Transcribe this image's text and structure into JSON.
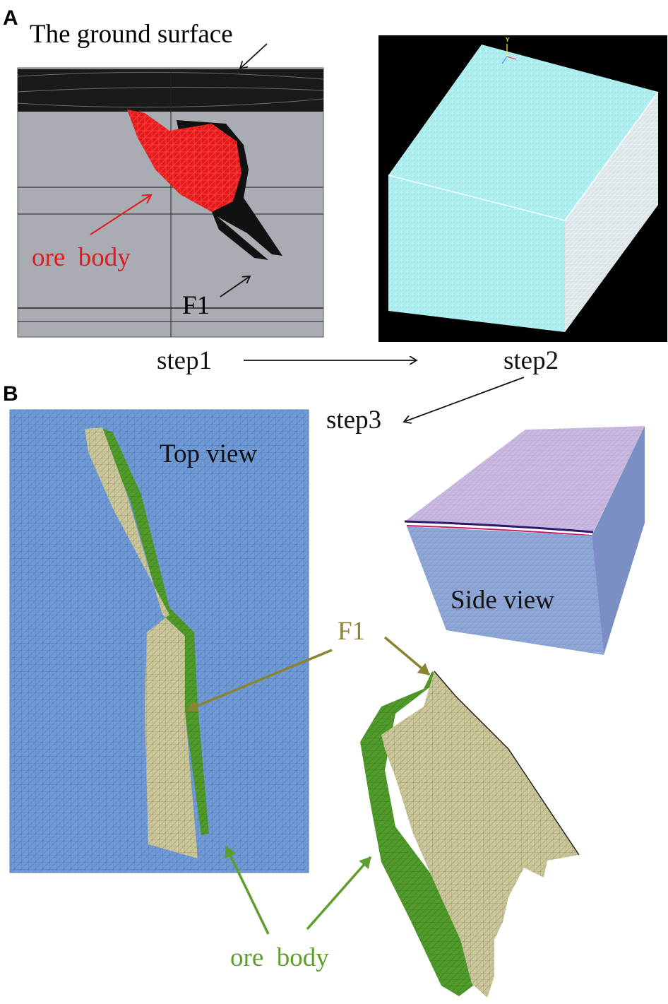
{
  "panel_a": {
    "letter": "A",
    "ground_surface_label": "The ground surface",
    "ore_body_label": "ore  body",
    "fault_label": "F1",
    "step1_label": "step1",
    "step2_label": "step2",
    "axis_letter": "Y"
  },
  "panel_b": {
    "letter": "B",
    "step3_label": "step3",
    "top_view_label": "Top view",
    "side_view_label": "Side view",
    "fault_label": "F1",
    "ore_body_label": "ore  body"
  },
  "colors": {
    "ground_gray": "#a9acb2",
    "ore_red": "#e11b1b",
    "mesh_cyan": "#a8ecee",
    "mesh_blue": "#6f9ad6",
    "side_lavender": "#c9b8e0",
    "fault_khaki": "#cbc59a",
    "ore_green": "#4f9a2a",
    "label_olive": "#8a8430",
    "label_green": "#5e9e2c"
  }
}
